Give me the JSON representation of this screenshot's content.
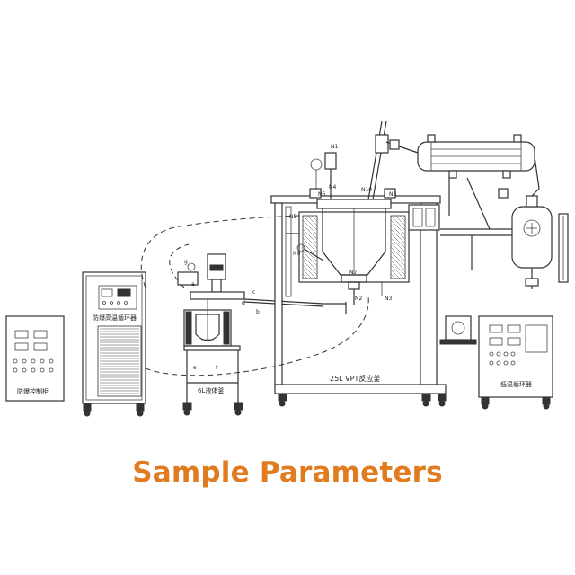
{
  "caption": "Sample Parameters",
  "colors": {
    "caption": "#e07c1f",
    "line": "#333333",
    "background": "#ffffff"
  },
  "labels": {
    "control_cabinet": "防爆控制柜",
    "circulator": "防爆高温循环器",
    "tank_6l": "6L液体釜",
    "reactor_25l": "25L VPT反应釜",
    "chiller": "低温循环器",
    "n1": "N1",
    "n4": "N4",
    "n5": "N5",
    "n6": "N6",
    "n7": "N7",
    "n8": "N8",
    "n9": "N9",
    "n10": "N10",
    "n2": "N2",
    "n3": "N3",
    "a": "a",
    "b": "b",
    "c": "c",
    "d": "d",
    "e": "e",
    "f": "f",
    "g": "g"
  }
}
